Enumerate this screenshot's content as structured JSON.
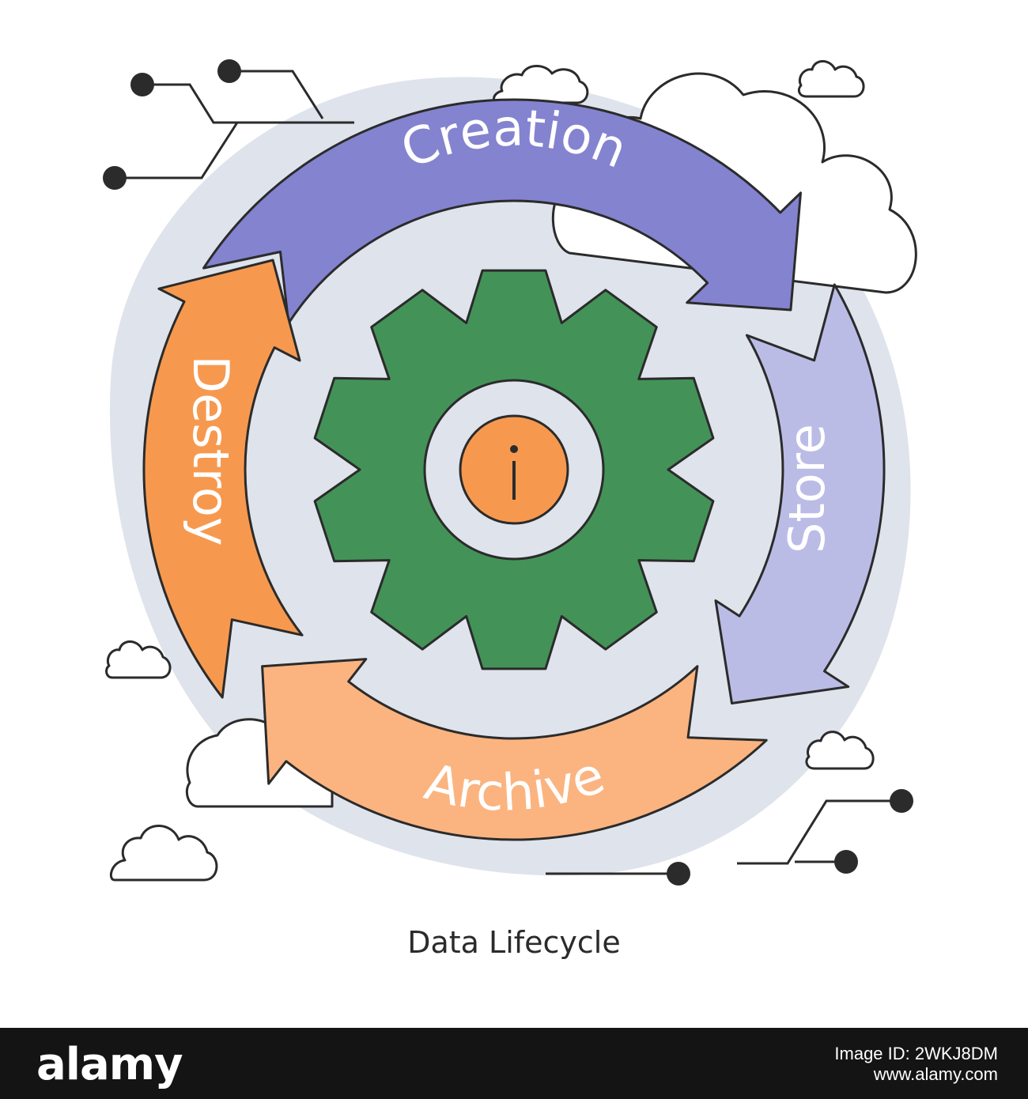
{
  "diagram": {
    "title": "Data Lifecycle",
    "segments": [
      {
        "label": "Creation",
        "color": "#8483d0"
      },
      {
        "label": "Store",
        "color": "#bbbce6"
      },
      {
        "label": "Archive",
        "color": "#fbb480"
      },
      {
        "label": "Destroy",
        "color": "#f6994f"
      }
    ],
    "center": {
      "symbol": "i",
      "gear_color": "#439358",
      "hub_color": "#dfe3ec",
      "info_color": "#f6994f"
    },
    "background_blob_color": "#dfe3ec",
    "outline_color": "#2b2b2b"
  },
  "footer": {
    "logo": "alamy",
    "image_id": "Image ID: 2WKJ8DM",
    "site": "www.alamy.com"
  }
}
